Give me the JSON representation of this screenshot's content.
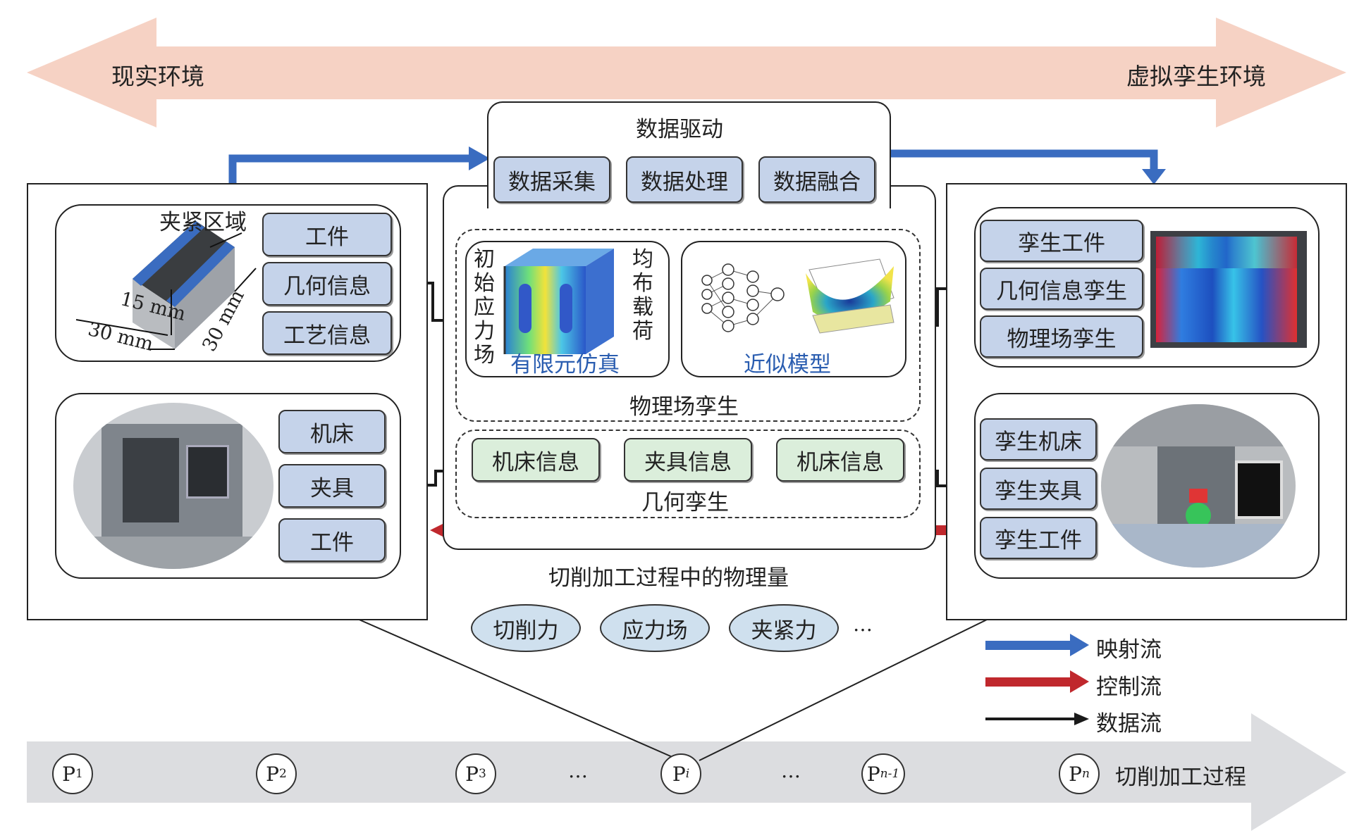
{
  "env": {
    "left": "现实环境",
    "right": "虚拟孪生环境"
  },
  "center": {
    "data_driven": "数据驱动",
    "data_boxes": [
      "数据采集",
      "数据处理",
      "数据融合"
    ],
    "fem_label": "有限元仿真",
    "surrogate_label": "近似模型",
    "stress_vertical": "初始应力场",
    "load_vertical": "均布载荷",
    "physics_twin": "物理场孪生",
    "geo_boxes": [
      "机床信息",
      "夹具信息",
      "机床信息"
    ],
    "geo_twin": "几何孪生",
    "physical_quantities_title": "切削加工过程中的物理量",
    "quantities": [
      "切削力",
      "应力场",
      "夹紧力"
    ],
    "ellipsis": "…"
  },
  "left": {
    "clamp_region": "夹紧区域",
    "dim_15": "15 mm",
    "dim_30a": "30 mm",
    "dim_30b": "30 mm",
    "workpiece_boxes": [
      "工件",
      "几何信息",
      "工艺信息"
    ],
    "machine_boxes": [
      "机床",
      "夹具",
      "工件"
    ]
  },
  "right": {
    "twin_boxes": [
      "孪生工件",
      "几何信息孪生",
      "物理场孪生"
    ],
    "machine_twin_boxes": [
      "孪生机床",
      "孪生夹具",
      "孪生工件"
    ]
  },
  "legend": [
    {
      "label": "映射流",
      "color": "#3a6cc0"
    },
    {
      "label": "控制流",
      "color": "#c0282d"
    },
    {
      "label": "数据流",
      "color": "#1a1a1a"
    }
  ],
  "process": {
    "title": "切削加工过程",
    "points": [
      {
        "base": "P",
        "sub": "1"
      },
      {
        "base": "P",
        "sub": "2"
      },
      {
        "base": "P",
        "sub": "3"
      },
      {
        "base": "P",
        "sub": "i"
      },
      {
        "base": "P",
        "sub": "n-1"
      },
      {
        "base": "P",
        "sub": "n"
      }
    ],
    "ellipsis": "…"
  },
  "colors": {
    "env_arrow": "#f6d2c4",
    "process_arrow": "#dcdde0",
    "label_blue": "#c5d3ea",
    "label_green": "#dbeedb",
    "ellipse": "#cfe0ee"
  }
}
